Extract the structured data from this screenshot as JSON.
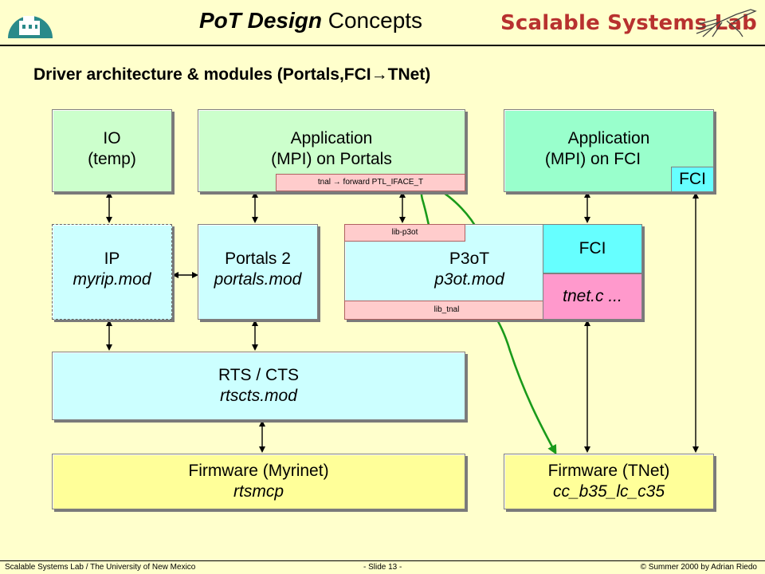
{
  "header": {
    "title_bold": "PoT Design",
    "title_rest": "Concepts",
    "lab_name": "Scalable Systems Lab"
  },
  "subtitle_main": "Driver architecture & modules (Portals,FCI",
  "subtitle_arrow": "→",
  "subtitle_tail": "TNet)",
  "boxes": {
    "io": {
      "line1": "IO",
      "line2": "(temp)"
    },
    "app_portals": {
      "line1": "Application",
      "line2": "(MPI) on Portals"
    },
    "app_fci": {
      "line1": "Application",
      "line2": "(MPI) on FCI",
      "fci_tag": "FCI"
    },
    "ip": {
      "line1": "IP",
      "line2": "myrip.mod"
    },
    "portals2": {
      "line1": "Portals 2",
      "line2": "portals.mod"
    },
    "p3ot": {
      "line1": "P3oT",
      "line2": "p3ot.mod"
    },
    "fci": {
      "line1": "FCI"
    },
    "tnet": {
      "line1": "tnet.c ..."
    },
    "rts": {
      "line1": "RTS / CTS",
      "line2": "rtscts.mod"
    },
    "fw_myrinet": {
      "line1": "Firmware (Myrinet)",
      "line2": "rtsmcp"
    },
    "fw_tnet": {
      "line1": "Firmware (TNet)",
      "line2": "cc_b35_lc_c35"
    }
  },
  "tags": {
    "tnal_forward": "tnal → forward PTL_IFACE_T",
    "lib_p3ot": "lib-p3ot",
    "lib_tnal": "lib_tnal"
  },
  "footer": {
    "left": "Scalable Systems Lab / The University of New Mexico",
    "center": "- Slide 13 -",
    "right": "© Summer 2000 by Adrian Riedo"
  }
}
